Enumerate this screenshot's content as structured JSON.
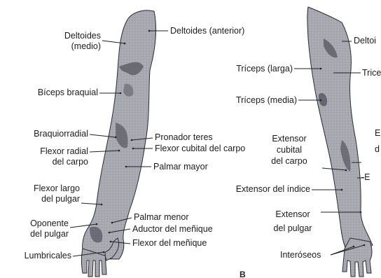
{
  "labels": {
    "deltoides_medio": "Deltoides\n(medio)",
    "deltoides_anterior": "Deltoides (anterior)",
    "biceps": "Bíceps braquial",
    "braquiorradial": "Braquiorradial",
    "flexor_radial": "Flexor radial\ndel carpo",
    "flexor_largo": "Flexor largo\ndel pulgar",
    "oponente": "Oponente\ndel pulgar",
    "lumbricales": "Lumbricales",
    "pronador": "Pronador teres",
    "flexor_cubital": "Flexor cubital del carpo",
    "palmar_mayor": "Palmar mayor",
    "palmar_menor": "Palmar menor",
    "aductor": "Aductor del meñique",
    "flexor_menique": "Flexor del meñique",
    "deltoides_right": "Deltoi",
    "triceps_larga": "Tríceps (larga)",
    "triceps_right": "Trice",
    "triceps_media": "Tríceps (media)",
    "extensor_cubital": "Extensor\ncubital\ndel carpo",
    "extensor_indice": "Extensor del índice",
    "extensor_pulgar": "Extensor\ndel pulgar",
    "interoseos": "Interóseos",
    "right_cut_1": "E",
    "right_cut_2": "d",
    "right_cut_3": "-E"
  },
  "figure_letter": "B",
  "colors": {
    "arm_fill": "#a7a7b0",
    "arm_dark": "#5b5b66",
    "arm_outline": "#2a2a30",
    "leader": "#222222"
  }
}
